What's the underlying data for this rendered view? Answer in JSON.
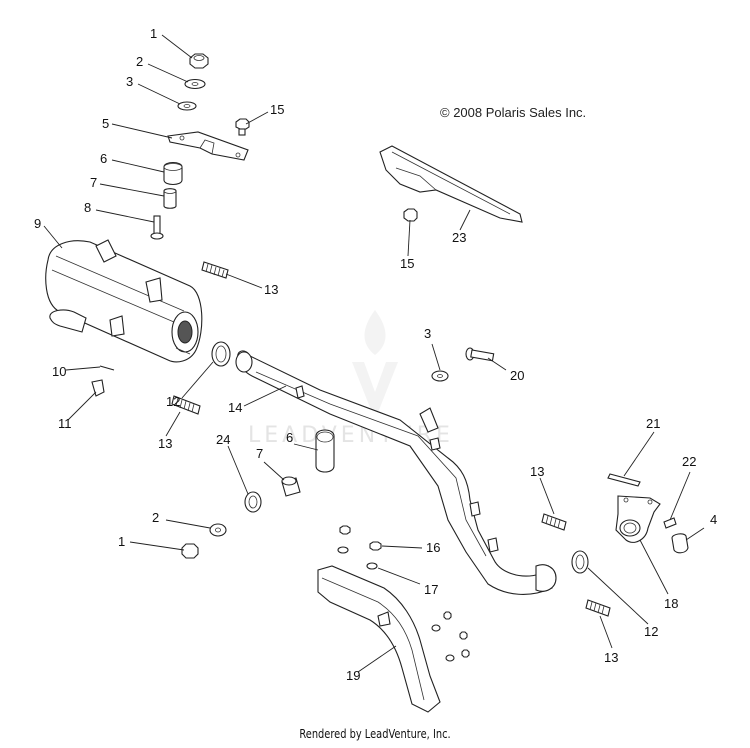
{
  "copyright": "© 2008 Polaris Sales Inc.",
  "watermark": "LEADVENTURE",
  "footer": "Rendered by LeadVenture, Inc.",
  "callouts": [
    "1",
    "2",
    "3",
    "15",
    "5",
    "6",
    "7",
    "8",
    "9",
    "13",
    "10",
    "12",
    "11",
    "14",
    "13",
    "6",
    "7",
    "24",
    "2",
    "1",
    "3",
    "20",
    "23",
    "15",
    "21",
    "22",
    "4",
    "13",
    "18",
    "12",
    "13",
    "16",
    "17",
    "19"
  ]
}
